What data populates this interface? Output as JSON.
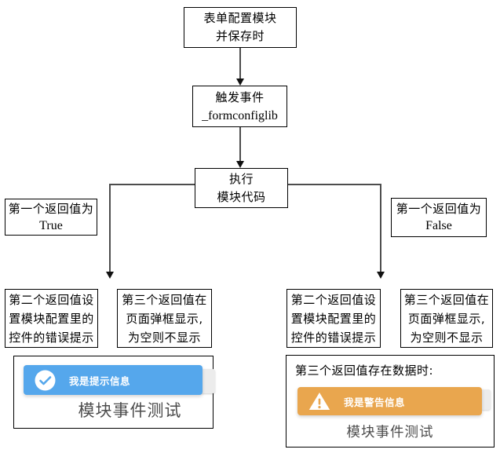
{
  "diagram": {
    "nodes": {
      "start": {
        "lines": [
          "表单配置模块",
          "并保存时"
        ]
      },
      "trigger_event": {
        "lines": [
          "触发事件",
          "_formconfiglib"
        ]
      },
      "execute": {
        "lines": [
          "执行",
          "模块代码"
        ]
      },
      "first_return_true": {
        "lines": [
          "第一个返回值为",
          "True"
        ]
      },
      "first_return_false": {
        "lines": [
          "第一个返回值为",
          "False"
        ]
      },
      "second_return_left": {
        "lines": [
          "第二个返回值设",
          "置模块配置里的",
          "控件的错误提示"
        ]
      },
      "third_return_left": {
        "lines": [
          "第三个返回值在",
          "页面弹框显示,",
          "为空则不显示"
        ]
      },
      "second_return_right": {
        "lines": [
          "第二个返回值设",
          "置模块配置里的",
          "控件的错误提示"
        ]
      },
      "third_return_right": {
        "lines": [
          "第三个返回值在",
          "页面弹框显示,",
          "为空则不显示"
        ]
      }
    }
  },
  "success_demo": {
    "toast": {
      "icon": "check-circle-icon",
      "message": "我是提示信息"
    },
    "dialog_title": "模块事件测试"
  },
  "warning_demo": {
    "header": "第三个返回值存在数据时:",
    "toast": {
      "icon": "warning-triangle-icon",
      "message": "我是警告信息"
    },
    "dialog_title": "模块事件测试"
  },
  "colors": {
    "info_blue": "#55a7ec",
    "warning_orange": "#e9a64e",
    "dialog_title_text": "#4c4c4c"
  }
}
